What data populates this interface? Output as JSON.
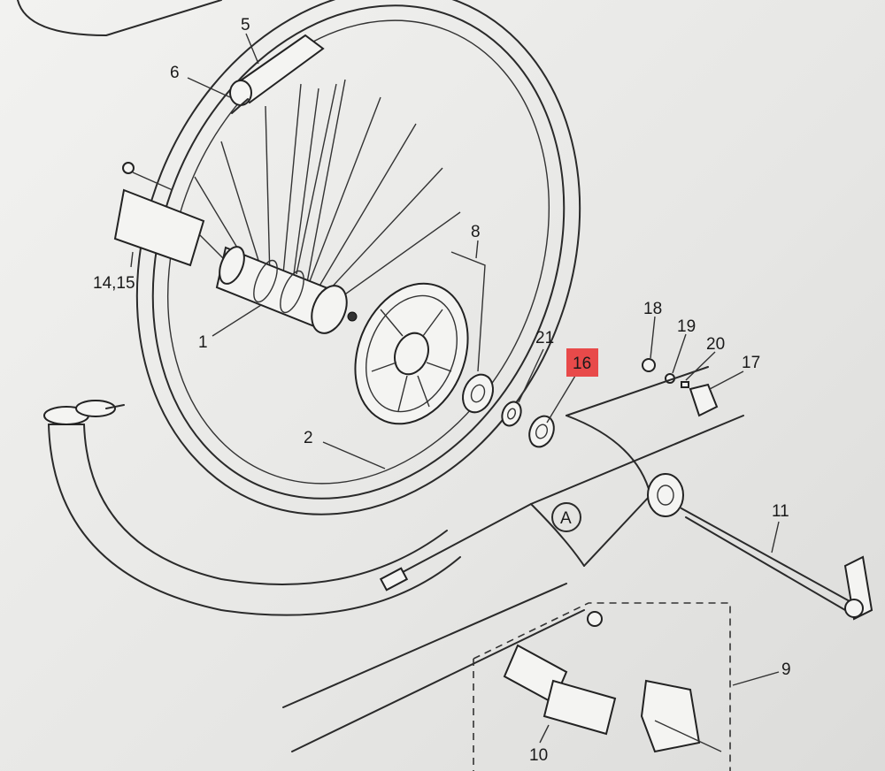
{
  "callouts": {
    "p5": "5",
    "p6": "6",
    "p14_15": "14,15",
    "p1": "1",
    "p8": "8",
    "p2": "2",
    "p21": "21",
    "p16": "16",
    "p18": "18",
    "p19": "19",
    "p20": "20",
    "p17": "17",
    "p11": "11",
    "p9": "9",
    "p10": "10",
    "detail_a": "A"
  },
  "highlight_color": "#e84a4a"
}
